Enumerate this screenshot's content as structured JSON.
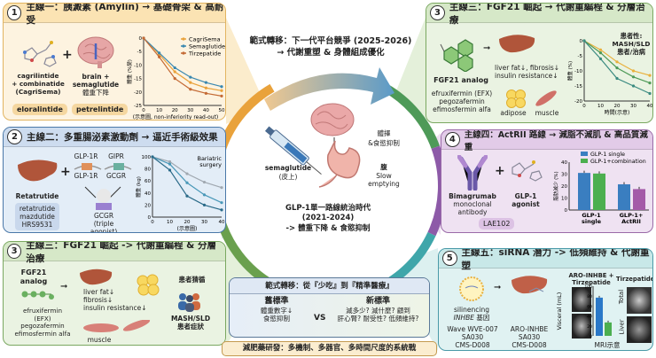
{
  "colors": {
    "orange": "#e9a23b",
    "blue": "#3b78b0",
    "green": "#6aa04e",
    "green2": "#4e9a58",
    "purple": "#8d5aa8",
    "teal": "#3fa6aa"
  },
  "center": {
    "top_title": "範式轉移：下一代平台競爭 (2025-2026)",
    "top_sub": "→ 代謝重塑 & 身體組成優化",
    "brain_label": "體擇\n&食慾抑制",
    "drug": "semaglutide",
    "drug_sub": "(皮上)",
    "stomach_label1": "腹",
    "stomach_label2": "Slow\nemptying",
    "era_title": "GLP-1單一路線統治時代",
    "era_years": "(2021-2024)",
    "era_sub": "-> 體重下降 & 食慾抑制"
  },
  "shift_box": {
    "title": "範式轉移：從『少吃』到『精準醫療』",
    "old_title": "舊標準",
    "old_lines": [
      "體重數字↓",
      "食慾抑制"
    ],
    "vs": "VS",
    "new_title": "新標準",
    "new_lines": [
      "減多少? 減什麼? 顧到",
      "肝心腎? 耐受性? 低頻維持?"
    ]
  },
  "banner": "減肥藥研發：多機制、多器官、多時間尺度的系統戰",
  "p1": {
    "num": "1",
    "title": "主線一：胰澱素 (Amylin) → 基礎骨架 & 高耐受",
    "left_label": "cagrilintide\n+ combinatide\n(CagriSema)",
    "right_label": "brain +\nsemaglutide",
    "right_sub": "體重下降",
    "pills": [
      "eloralintide",
      "petrelintide"
    ],
    "plus": "+",
    "chart_data": {
      "type": "line",
      "x": [
        0,
        10,
        20,
        30,
        40,
        50
      ],
      "xlim": [
        0,
        50
      ],
      "ylim": [
        -25,
        0
      ],
      "yticks": [
        0,
        -5,
        -10,
        -15,
        -20,
        -25
      ],
      "xticks": [
        0,
        10,
        20,
        30,
        40,
        50
      ],
      "ylabel": "體重 (%變)",
      "xlabel": "(示意圖, non-inferiority read-out)",
      "legend": "top-right",
      "series": [
        {
          "name": "CagriSema",
          "color": "#e9a23b",
          "values": [
            0,
            -6,
            -12.5,
            -16.5,
            -18.5,
            -19.5
          ]
        },
        {
          "name": "Semaglutide",
          "color": "#3a88b0",
          "values": [
            0,
            -5.5,
            -11,
            -14.5,
            -16.5,
            -18
          ]
        },
        {
          "name": "Tirzepatide",
          "color": "#c46a35",
          "values": [
            0,
            -7,
            -15,
            -19,
            -20.5,
            -21.5
          ]
        }
      ]
    }
  },
  "p2": {
    "num": "2",
    "title": "主線二：多重腸泌素激動劑 → 逼近手術級效果",
    "drug": "Retatrutide",
    "drugs": [
      "retatrutide",
      "mazdutide",
      "HRS9531"
    ],
    "plus": "+",
    "receptors": [
      "GLP-1R",
      "GIPR",
      "GLP-1R",
      "GCGR"
    ],
    "gcgr": "GCGR",
    "triple": "(triple agonist)",
    "chart_data": {
      "type": "line",
      "x": [
        0,
        10,
        20,
        30,
        40
      ],
      "xlim": [
        0,
        40
      ],
      "ylim": [
        0,
        100
      ],
      "yticks": [
        0,
        20,
        40,
        60,
        80,
        100
      ],
      "xticks": [
        0,
        10,
        20,
        30,
        40
      ],
      "ylabel": "體重 (kg)",
      "xlabel": "(示意圖)",
      "annotation": "Bariatric\nsurgery",
      "series": [
        {
          "color": "#a0a8b0",
          "values": [
            100,
            92,
            72,
            58,
            49
          ]
        },
        {
          "color": "#4a98b8",
          "values": [
            100,
            88,
            57,
            37,
            24
          ]
        },
        {
          "color": "#2a6a88",
          "values": [
            100,
            78,
            35,
            20,
            12
          ]
        }
      ]
    }
  },
  "p3": {
    "num": "3",
    "title": "主線三：FGF21 崛起 -> 代謝重編程 & 分層治療",
    "analog": "FGF21\nanalog",
    "effects": "liver fat↓\nfibrosis↓\ninsulin resistance↓",
    "drugs": "efruxifermin\n(EFX)\npegozafermin\nefimosfermin alfa",
    "muscle": "muscle",
    "patient_top": "患者猜循",
    "patient_bottom": "MASH/SLD\n患者症狀"
  },
  "p3b": {
    "num": "3",
    "title": "主線三：FGF21 崛起 → 代謝重編程 & 分層治療",
    "analog": "FGF21 analog",
    "effects": "liver fat↓, fibrosis↓\ninsulin resistance↓",
    "drugs": "efruxifermin (EFX)\npegozafermin\nefimosfermin alfa",
    "adipose": "adipose",
    "muscle": "muscle",
    "note": "患者性:\nMASH/SLD\n患者/治病",
    "chart_data": {
      "type": "line",
      "x": [
        0,
        10,
        20,
        30,
        40
      ],
      "xlim": [
        0,
        40
      ],
      "ylim": [
        -20,
        0
      ],
      "yticks": [
        0,
        -5,
        -10,
        -15,
        -20
      ],
      "xticks": [
        0,
        10,
        20,
        30,
        40
      ],
      "ylabel": "體重 (%)",
      "xlabel": "時間(示意)",
      "series": [
        {
          "color": "#e9b03b",
          "values": [
            0,
            -3,
            -7,
            -10,
            -11.5
          ]
        },
        {
          "color": "#4e9a58",
          "values": [
            0,
            -4,
            -9,
            -12,
            -14
          ]
        },
        {
          "color": "#3a8a80",
          "values": [
            0,
            -6,
            -12.5,
            -15,
            -17.5
          ]
        }
      ]
    }
  },
  "p4": {
    "num": "4",
    "title": "主線四：ActRII 路線 → 減脂不減肌 & 高品質減重",
    "ab": "Bimagrumab",
    "ab_sub": "monoclonal\nantibody",
    "agonist": "GLP-1\nagonist",
    "pill": "LAE102",
    "plus": "+",
    "chart_data": {
      "type": "bar",
      "categories": [
        "GLP-1\nsingle",
        "GLP-1+\nActRII"
      ],
      "ylim": [
        0,
        40
      ],
      "yticks": [
        0,
        10,
        20,
        30,
        40
      ],
      "ylabel": "脂肪減少 (%)",
      "legend": "top",
      "series": [
        {
          "name": "GLP-1 single",
          "color": "#3a7ec0",
          "values": [
            31,
            21.5
          ]
        },
        {
          "name": "GLP-1+combination",
          "color": "#4caf50",
          "values": [
            30.5,
            17.5
          ]
        }
      ],
      "bar_colors": [
        [
          "#3a7ec0",
          "#4caf50"
        ],
        [
          "#3a7ec0",
          "#a45aa8"
        ]
      ]
    }
  },
  "p5": {
    "num": "5",
    "title": "主線五：siRNA 潛力 -> 低頻維持 & 代謝重塑",
    "sirna": "silinencing",
    "gene": "INHBE",
    "gene_suffix": " 基因",
    "col1": "Wave WVE-007\nSA030\nCMS-D008",
    "col2": "ARO-INHBE\nSA030\nCMS-D008",
    "mri_title": "ARO-INHBE +\nTirzepatide",
    "tz_title": "Tirzepatide",
    "total": "Total",
    "liver": "Liver",
    "mri_caption": "MRI示意",
    "chart_data": {
      "type": "bar",
      "categories": [
        "ARO-INHBE + Tirzepatide",
        "Tirzepatide"
      ],
      "values": [
        77,
        27
      ],
      "ylim": [
        0,
        100
      ],
      "yticks": [
        0,
        20,
        40,
        60,
        80,
        100
      ],
      "ylabel": "Visceral (mL)",
      "colors": [
        "#2a78c8",
        "#4caf50"
      ]
    }
  }
}
